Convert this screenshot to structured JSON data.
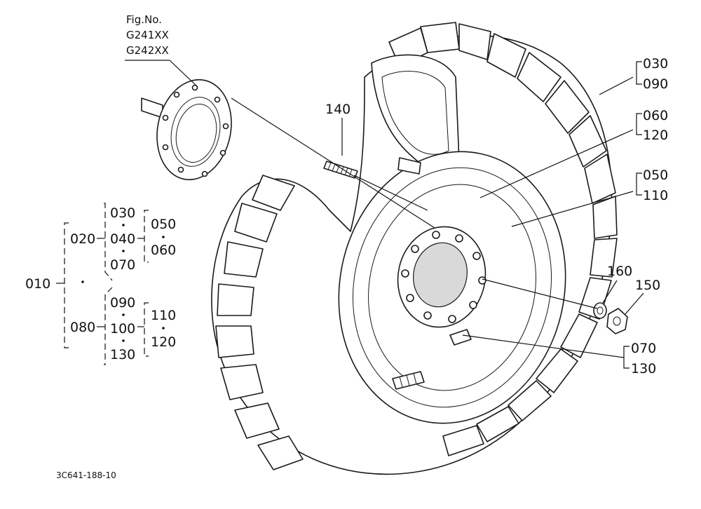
{
  "fig": {
    "line1": "Fig.No.",
    "line2": "G241XX",
    "line3": "G242XX"
  },
  "callouts": {
    "p030_090": [
      "030",
      "090"
    ],
    "p060_120": [
      "060",
      "120"
    ],
    "p050_110": [
      "050",
      "110"
    ],
    "p140": "140",
    "p160": "160",
    "p150": "150",
    "p070_130": [
      "070",
      "130"
    ]
  },
  "tree": {
    "root": "010",
    "mid_top": "020",
    "mid_bottom": "080",
    "top_group": [
      "030",
      "040",
      "070"
    ],
    "top_side": [
      "050",
      "060"
    ],
    "bottom_group": [
      "090",
      "100",
      "130"
    ],
    "bottom_side": [
      "110",
      "120"
    ]
  },
  "drawing_id": "3C641-188-10"
}
